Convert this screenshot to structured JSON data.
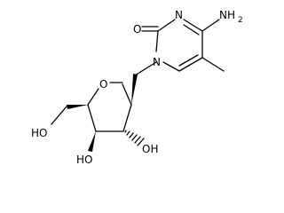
{
  "molecule": {
    "atoms": {
      "ring_n_upper": "N",
      "ring_n_lower": "N",
      "carbonyl_o": "O",
      "amino_nh2": "NH",
      "amino_h_subscript": "2",
      "ring_o": "O",
      "ho_ch2": "HO",
      "ho_c3": "HO",
      "oh_c2": "OH"
    }
  },
  "colors": {
    "bond": "#000000",
    "label": "#000000",
    "background": "#ffffff"
  }
}
